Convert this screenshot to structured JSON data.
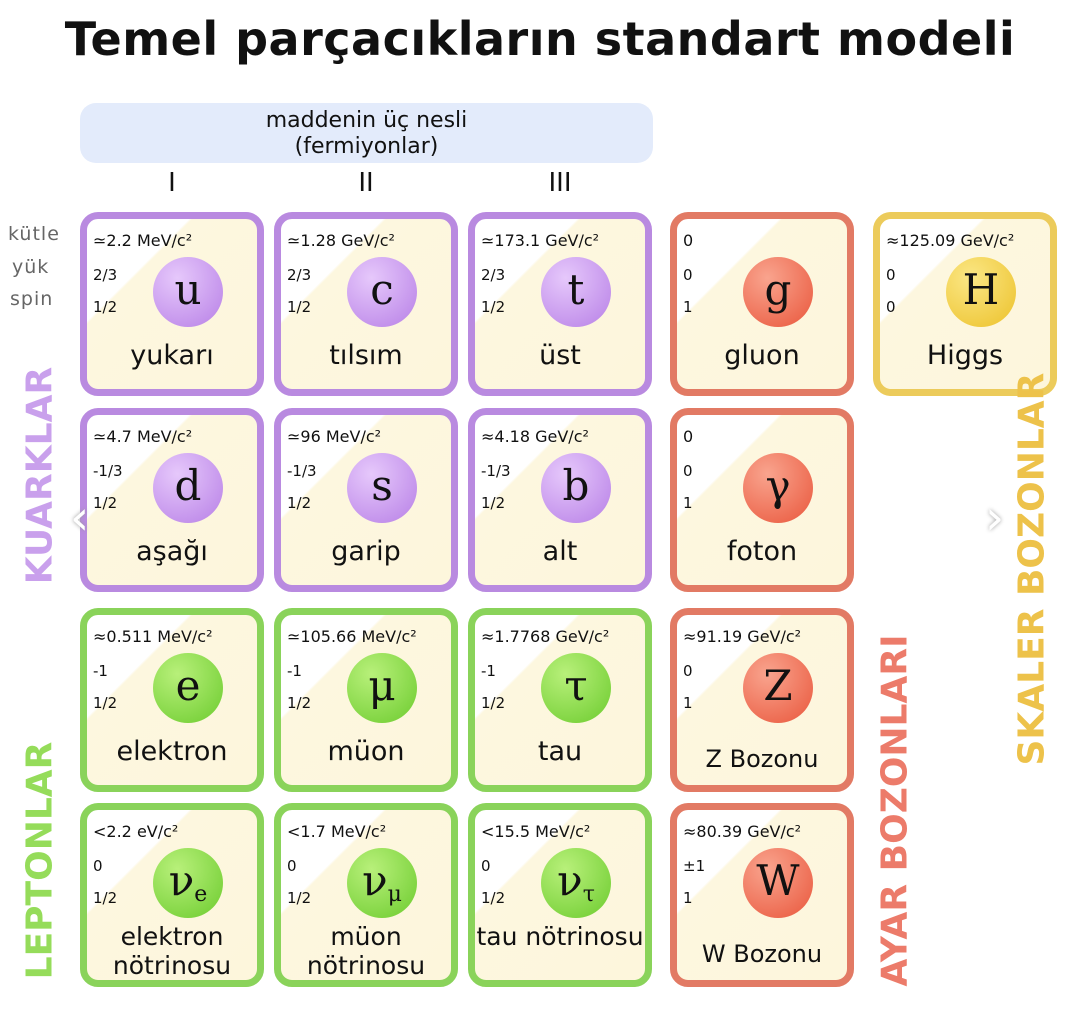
{
  "title": "Temel parçacıkların standart modeli",
  "generations_box": {
    "line1": "maddenin üç nesli",
    "line2": "(fermiyonlar)"
  },
  "generations": [
    "I",
    "II",
    "III"
  ],
  "property_labels": {
    "mass": "kütle",
    "charge": "yük",
    "spin": "spin"
  },
  "group_labels": {
    "quarks": "KUARKLAR",
    "leptons": "LEPTONLAR",
    "gauge_bosons": "AYAR BOZONLARI",
    "scalar_bosons": "SKALER BOZONLAR"
  },
  "colors": {
    "quark": "#b98ae0",
    "lepton": "#8ad35a",
    "gauge": "#e27a64",
    "scalar": "#eccb5b",
    "quark_label": "#c9a0ec",
    "lepton_label": "#95dc5a",
    "gauge_label": "#ec7b6a",
    "scalar_label": "#edc24a"
  },
  "particles": [
    {
      "id": "up",
      "type": "quark",
      "col": 0,
      "row": 0,
      "mass": "≃2.2 MeV/c²",
      "charge": "2/3",
      "spin": "1/2",
      "symbol": "u",
      "sub": "",
      "name": "yukarı"
    },
    {
      "id": "charm",
      "type": "quark",
      "col": 1,
      "row": 0,
      "mass": "≃1.28 GeV/c²",
      "charge": "2/3",
      "spin": "1/2",
      "symbol": "c",
      "sub": "",
      "name": "tılsım"
    },
    {
      "id": "top",
      "type": "quark",
      "col": 2,
      "row": 0,
      "mass": "≃173.1 GeV/c²",
      "charge": "2/3",
      "spin": "1/2",
      "symbol": "t",
      "sub": "",
      "name": "üst"
    },
    {
      "id": "gluon",
      "type": "gauge",
      "col": 3,
      "row": 0,
      "mass": "0",
      "charge": "0",
      "spin": "1",
      "symbol": "g",
      "sub": "",
      "name": "gluon"
    },
    {
      "id": "higgs",
      "type": "scalar",
      "col": 4,
      "row": 0,
      "mass": "≈125.09 GeV/c²",
      "charge": "0",
      "spin": "0",
      "symbol": "H",
      "sub": "",
      "name": "Higgs"
    },
    {
      "id": "down",
      "type": "quark",
      "col": 0,
      "row": 1,
      "mass": "≃4.7 MeV/c²",
      "charge": "-1/3",
      "spin": "1/2",
      "symbol": "d",
      "sub": "",
      "name": "aşağı"
    },
    {
      "id": "strange",
      "type": "quark",
      "col": 1,
      "row": 1,
      "mass": "≃96 MeV/c²",
      "charge": "-1/3",
      "spin": "1/2",
      "symbol": "s",
      "sub": "",
      "name": "garip"
    },
    {
      "id": "bottom",
      "type": "quark",
      "col": 2,
      "row": 1,
      "mass": "≈4.18 GeV/c²",
      "charge": "-1/3",
      "spin": "1/2",
      "symbol": "b",
      "sub": "",
      "name": "alt"
    },
    {
      "id": "photon",
      "type": "gauge",
      "col": 3,
      "row": 1,
      "mass": "0",
      "charge": "0",
      "spin": "1",
      "symbol": "γ",
      "sub": "",
      "name": "foton"
    },
    {
      "id": "electron",
      "type": "lepton",
      "col": 0,
      "row": 2,
      "mass": "≈0.511 MeV/c²",
      "charge": "-1",
      "spin": "1/2",
      "symbol": "e",
      "sub": "",
      "name": "elektron"
    },
    {
      "id": "muon",
      "type": "lepton",
      "col": 1,
      "row": 2,
      "mass": "≃105.66 MeV/c²",
      "charge": "-1",
      "spin": "1/2",
      "symbol": "μ",
      "sub": "",
      "name": "müon"
    },
    {
      "id": "tau",
      "type": "lepton",
      "col": 2,
      "row": 2,
      "mass": "≈1.7768 GeV/c²",
      "charge": "-1",
      "spin": "1/2",
      "symbol": "τ",
      "sub": "",
      "name": "tau"
    },
    {
      "id": "z",
      "type": "gauge",
      "col": 3,
      "row": 2,
      "mass": "≈91.19 GeV/c²",
      "charge": "0",
      "spin": "1",
      "symbol": "Z",
      "sub": "",
      "name": "Z Bozonu"
    },
    {
      "id": "nu-e",
      "type": "lepton",
      "col": 0,
      "row": 3,
      "mass": "<2.2 eV/c²",
      "charge": "0",
      "spin": "1/2",
      "symbol": "ν",
      "sub": "e",
      "name": "elektron nötrinosu"
    },
    {
      "id": "nu-mu",
      "type": "lepton",
      "col": 1,
      "row": 3,
      "mass": "<1.7 MeV/c²",
      "charge": "0",
      "spin": "1/2",
      "symbol": "ν",
      "sub": "μ",
      "name": "müon nötrinosu"
    },
    {
      "id": "nu-tau",
      "type": "lepton",
      "col": 2,
      "row": 3,
      "mass": "<15.5 MeV/c²",
      "charge": "0",
      "spin": "1/2",
      "symbol": "ν",
      "sub": "τ",
      "name": "tau nötrinosu"
    },
    {
      "id": "w",
      "type": "gauge",
      "col": 3,
      "row": 3,
      "mass": "≈80.39 GeV/c²",
      "charge": "±1",
      "spin": "1",
      "symbol": "W",
      "sub": "",
      "name": "W Bozonu"
    }
  ],
  "nav": {
    "prev": "‹",
    "next": "›"
  }
}
